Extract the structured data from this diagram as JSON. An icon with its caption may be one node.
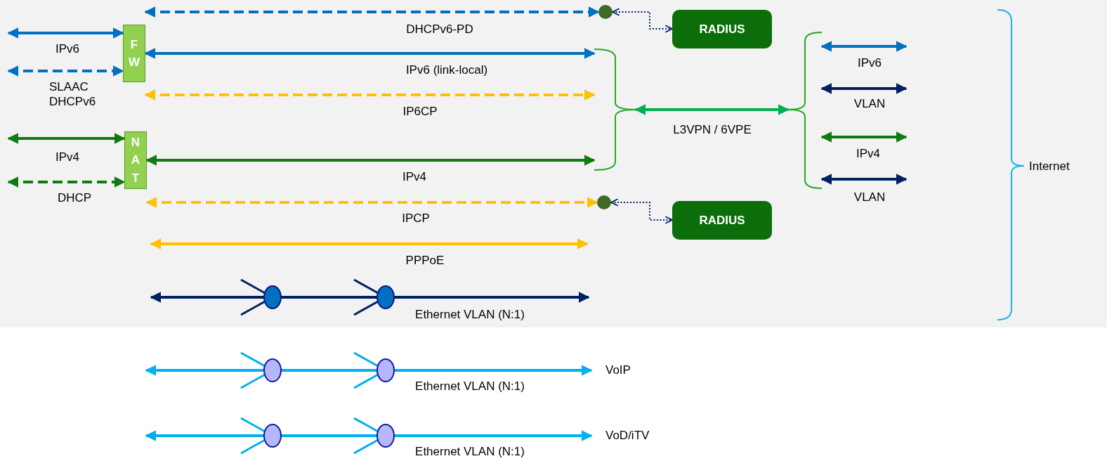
{
  "diagram": {
    "nodes": [
      {
        "text": [
          "FW"
        ]
      },
      {
        "text": [
          "NAT"
        ]
      },
      {
        "text": [],
        "shape": "circle"
      },
      {
        "text": [
          "RADIUS"
        ]
      },
      {
        "text": [],
        "shape": "circle"
      },
      {
        "text": [
          "RADIUS"
        ]
      },
      {
        "text": [
          "VoIP"
        ]
      },
      {
        "text": [
          "VoD/iTV"
        ]
      },
      {
        "text": [],
        "shape": "brace"
      },
      {
        "text": [],
        "shape": "brace"
      }
    ],
    "edges": [
      {
        "from": 0,
        "to": 2,
        "arrow": "both",
        "label": "DHCPv6-PD",
        "style": "dashed",
        "color": "#0070c0"
      },
      {
        "from": null,
        "to": 0,
        "arrow": "both",
        "label": "IPv6",
        "color": "#0070c0"
      },
      {
        "from": null,
        "to": 0,
        "arrow": "both",
        "label": "SLAAC DHCPv6",
        "style": "dashed",
        "color": "#0070c0"
      },
      {
        "from": 0,
        "to": 8,
        "arrow": "both",
        "label": "IPv6 (link-local)",
        "color": "#0070c0"
      },
      {
        "from": 0,
        "to": 8,
        "arrow": "both",
        "label": "IP6CP",
        "style": "dashed",
        "color": "#ffc000"
      },
      {
        "from": null,
        "to": 1,
        "arrow": "both",
        "label": "IPv4",
        "color": "#117a11"
      },
      {
        "from": null,
        "to": 1,
        "arrow": "both",
        "label": "DHCP",
        "style": "dashed",
        "color": "#117a11"
      },
      {
        "from": 1,
        "to": 8,
        "arrow": "both",
        "label": "IPv4",
        "color": "#117a11"
      },
      {
        "from": 1,
        "to": 4,
        "arrow": "both",
        "label": "IPCP",
        "style": "dashed",
        "color": "#ffc000"
      },
      {
        "from": 8,
        "to": 9,
        "arrow": "both",
        "label": "L3VPN / 6VPE",
        "color": "#00b050"
      },
      {
        "from": 9,
        "to": null,
        "arrow": "both",
        "label": "IPv6",
        "color": "#0070c0"
      },
      {
        "from": 9,
        "to": null,
        "arrow": "both",
        "label": "VLAN",
        "color": "#002060"
      },
      {
        "from": 9,
        "to": null,
        "arrow": "both",
        "label": "IPv4",
        "color": "#117a11"
      },
      {
        "from": 9,
        "to": null,
        "arrow": "both",
        "label": "VLAN",
        "color": "#002060"
      },
      {
        "from": 2,
        "to": 3,
        "arrow": "both",
        "style": "dashed",
        "color": "#002060"
      },
      {
        "from": 4,
        "to": 5,
        "arrow": "both",
        "style": "dashed",
        "color": "#002060"
      },
      {
        "from": null,
        "to": 6,
        "arrow": "both",
        "label": "Ethernet VLAN (N:1)",
        "color": "#00b0f0"
      },
      {
        "from": null,
        "to": 7,
        "arrow": "both",
        "label": "Ethernet VLAN (N:1)",
        "color": "#00b0f0"
      }
    ],
    "labels": [
      "PPPoE",
      "Ethernet VLAN (N:1)",
      "Internet"
    ]
  }
}
